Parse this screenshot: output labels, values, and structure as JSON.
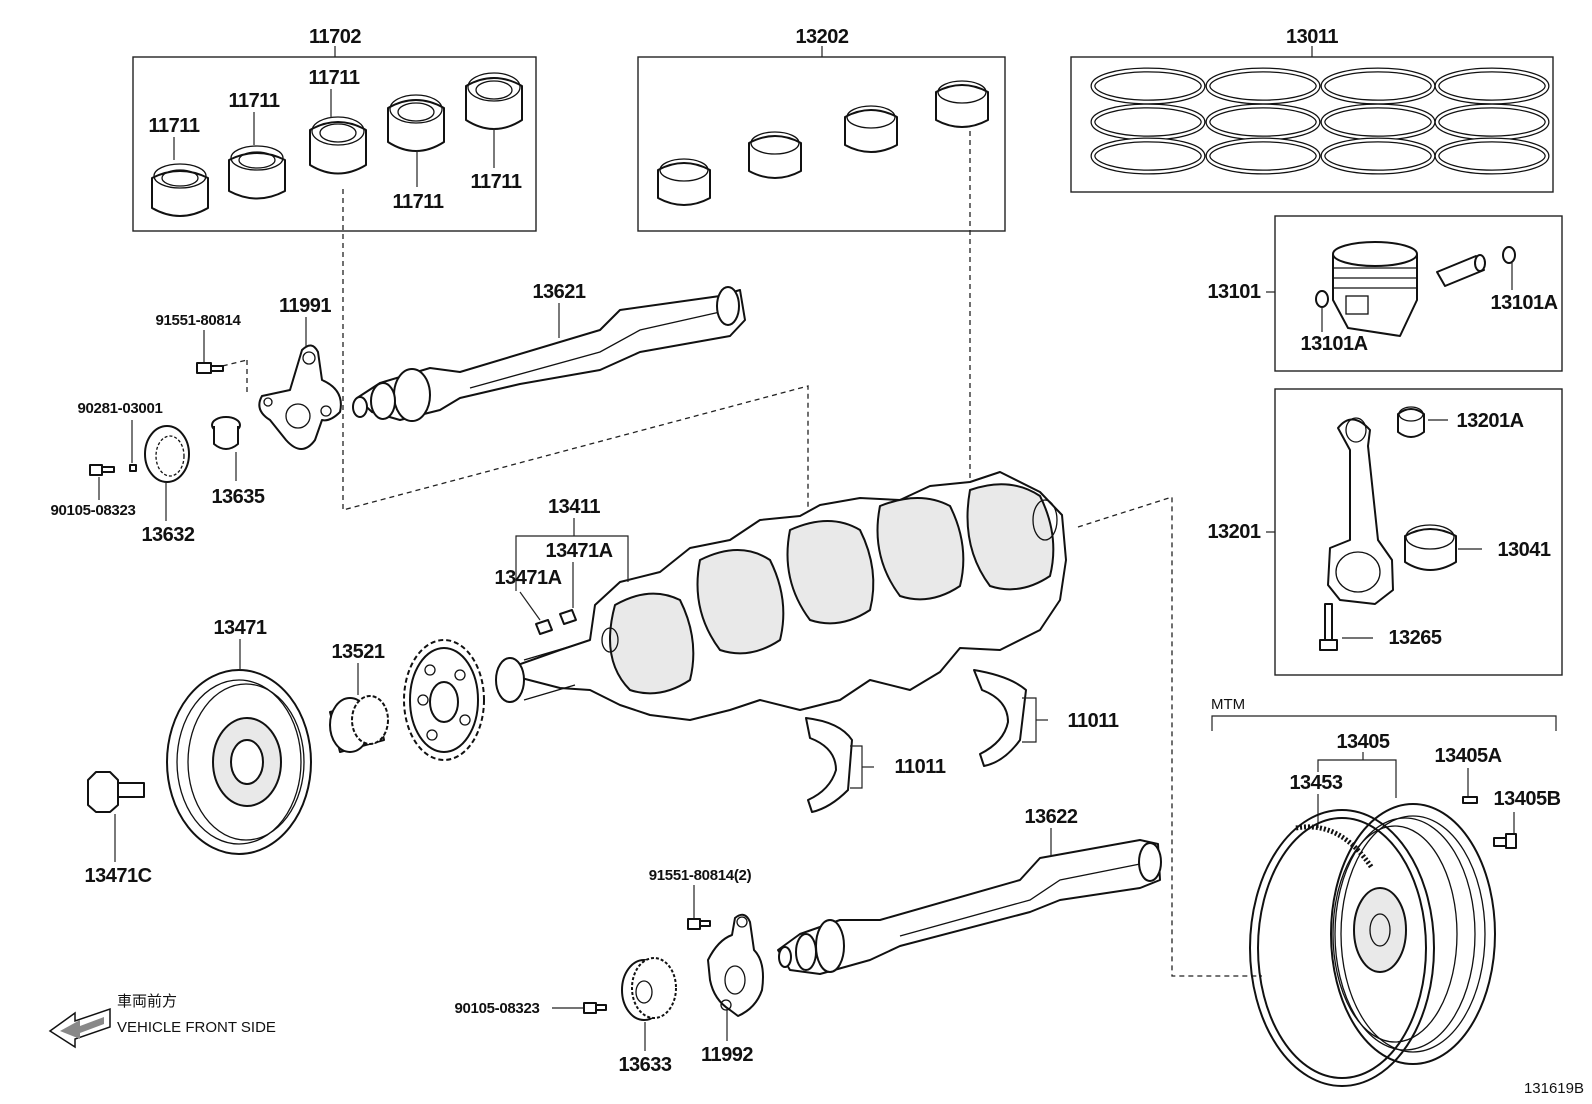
{
  "diagram_id": "131619B",
  "front_side": {
    "japanese": "車両前方",
    "english": "VEHICLE FRONT SIDE"
  },
  "variant_label": "MTM",
  "parts": {
    "p11702": "11702",
    "p11711": "11711",
    "p13202": "13202",
    "p13011": "13011",
    "p13101": "13101",
    "p13101A": "13101A",
    "p13201A": "13201A",
    "p13201": "13201",
    "p13041": "13041",
    "p13265": "13265",
    "p13621": "13621",
    "p11991": "11991",
    "p91551_80814": "91551-80814",
    "p90281_03001": "90281-03001",
    "p90105_08323": "90105-08323",
    "p13632": "13632",
    "p13635": "13635",
    "p13411": "13411",
    "p13471A": "13471A",
    "p13471": "13471",
    "p13521": "13521",
    "p13471C": "13471C",
    "p11011": "11011",
    "p13622": "13622",
    "p91551_80814_2": "91551-80814(2)",
    "p13633": "13633",
    "p11992": "11992",
    "p13405": "13405",
    "p13405A": "13405A",
    "p13405B": "13405B",
    "p13453": "13453"
  }
}
